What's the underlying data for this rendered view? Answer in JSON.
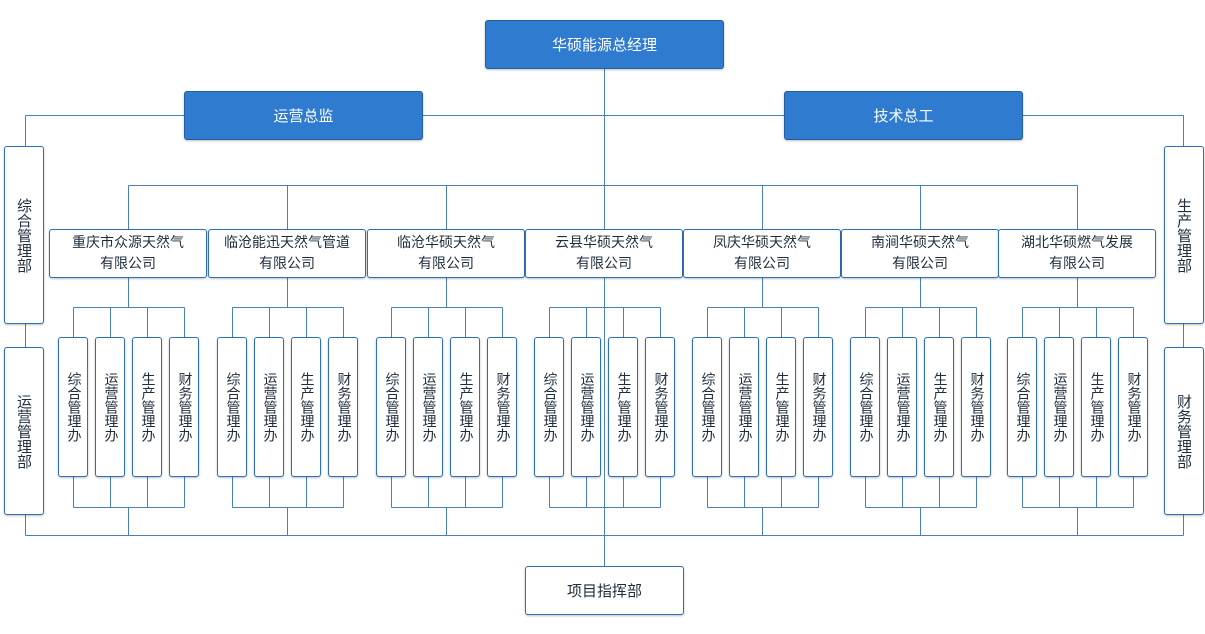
{
  "top": {
    "gm": "华硕能源总经理",
    "ops_director": "运营总监",
    "chief_engineer": "技术总工",
    "project_hq": "项目指挥部"
  },
  "side_departments": {
    "left": [
      "综合管理部",
      "运营管理部"
    ],
    "right": [
      "生产管理部",
      "财务管理部"
    ]
  },
  "companies": [
    {
      "line1": "重庆市众源天然气",
      "line2": "有限公司"
    },
    {
      "line1": "临沧能迅天然气管道",
      "line2": "有限公司"
    },
    {
      "line1": "临沧华硕天然气",
      "line2": "有限公司"
    },
    {
      "line1": "云县华硕天然气",
      "line2": "有限公司"
    },
    {
      "line1": "凤庆华硕天然气",
      "line2": "有限公司"
    },
    {
      "line1": "南涧华硕天然气",
      "line2": "有限公司"
    },
    {
      "line1": "湖北华硕燃气发展",
      "line2": "有限公司"
    }
  ],
  "offices": [
    "综合管理办",
    "运营管理办",
    "生产管理办",
    "财务管理办"
  ],
  "colors": {
    "accent": "#2e7bcf",
    "line": "#2e6fb5"
  }
}
